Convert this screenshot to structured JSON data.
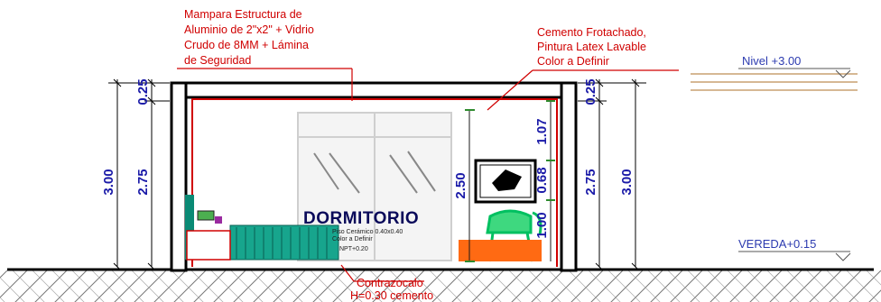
{
  "notes": {
    "mampara": [
      "Mampara Estructura de",
      "Aluminio de 2\"x2\" + Vidrio",
      "Crudo de 8MM + Lámina",
      "de Seguridad"
    ],
    "cemento": [
      "Cemento Frotachado,",
      "Pintura Latex Lavable",
      "Color a Definir"
    ],
    "contrazocalo": [
      "Contrazocalo",
      "H=0.30 cemento"
    ]
  },
  "levels": {
    "nivel": "Nivel +3.00",
    "vereda": "VEREDA+0.15"
  },
  "room": {
    "name": "DORMITORIO",
    "floor_note_1": "Piso Cerámico 0.40x0.40",
    "floor_note_2": "Color a Definir",
    "npt": "NPT+0.20"
  },
  "dimensions": {
    "left_total": "3.00",
    "left_top": "0.25",
    "left_mid": "2.75",
    "right_top": "0.25",
    "right_mid": "2.75",
    "right_total": "3.00",
    "inner_total": "2.50",
    "inner_top": "1.07",
    "inner_mid": "0.68",
    "inner_bottom": "1.00"
  },
  "colors": {
    "annotation": "#d00000",
    "dimension": "#1a1aa8",
    "wall": "#000000",
    "ground_hatch": "#555555"
  }
}
